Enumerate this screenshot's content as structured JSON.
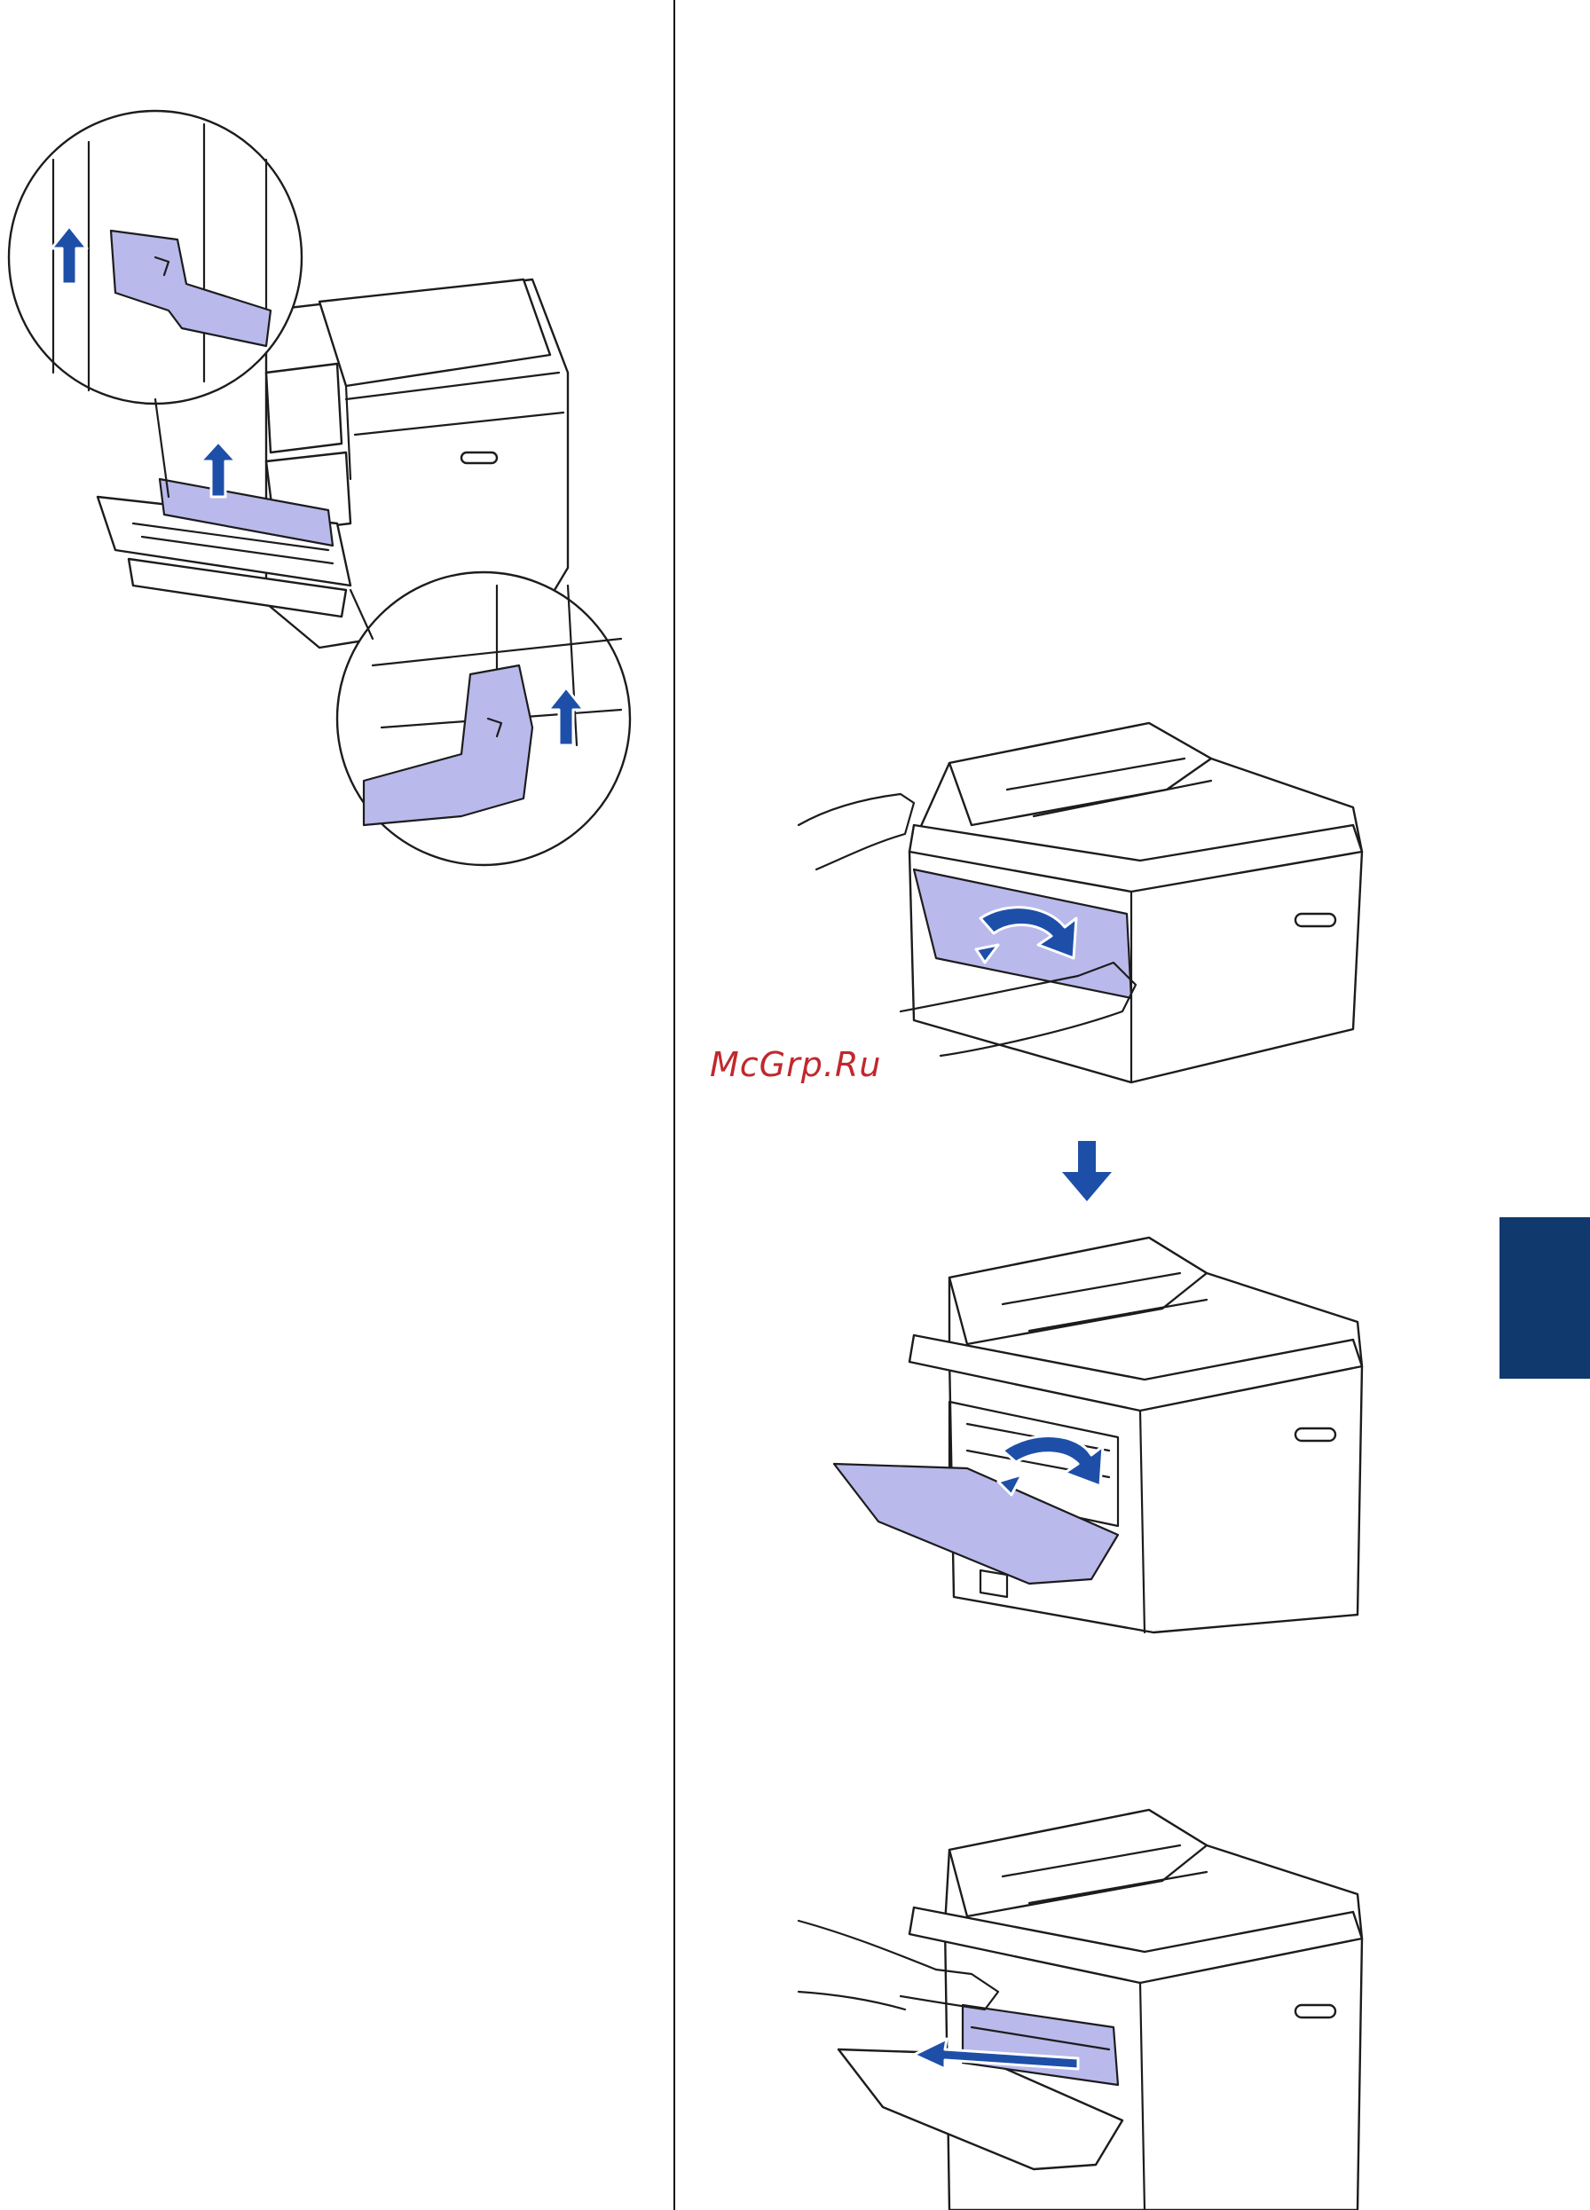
{
  "watermark": {
    "text": "McGrp.Ru",
    "color": "#c1282d"
  },
  "colors": {
    "highlight": "#b9b9ec",
    "arrow": "#1e4fa8",
    "side_tab": "#103a6e",
    "line": "#1c1c1c"
  },
  "illustrations": [
    {
      "id": "rear-fuser-levers",
      "icon": "printer-back-open-icon"
    },
    {
      "id": "front-cover-grab",
      "icon": "printer-front-hand-icon"
    },
    {
      "id": "front-cover-open",
      "icon": "printer-front-open-icon"
    },
    {
      "id": "drum-removal",
      "icon": "printer-drum-pull-icon"
    }
  ]
}
